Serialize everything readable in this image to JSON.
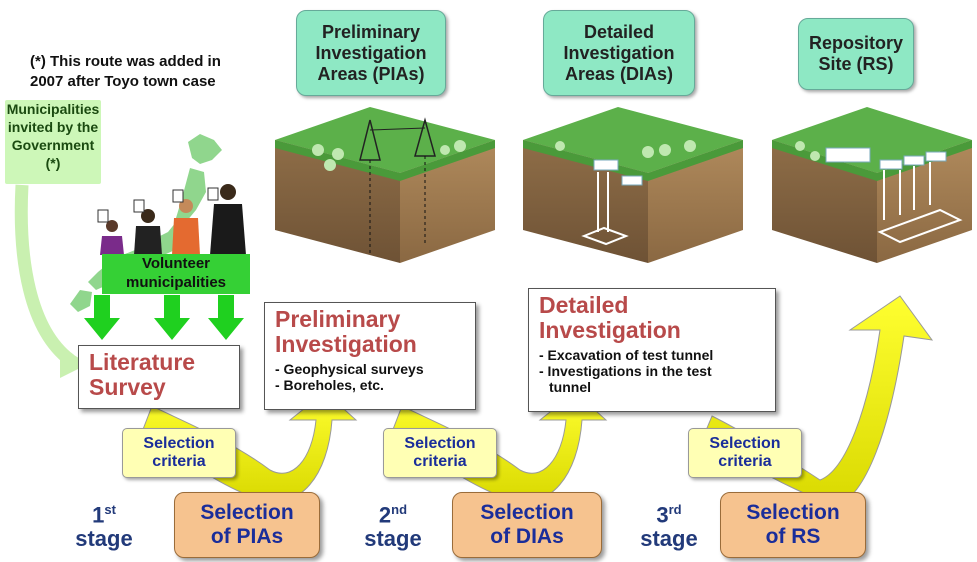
{
  "note": {
    "line1": "(*) This route was added in",
    "line2": "2007 after Toyo town case"
  },
  "invited": {
    "line1": "Municipalities",
    "line2": "invited by the",
    "line3": "Government",
    "line4": "(*)"
  },
  "volunteer": {
    "line1": "Volunteer",
    "line2": "municipalities"
  },
  "areas": {
    "pia": {
      "line1": "Preliminary",
      "line2": "Investigation",
      "line3": "Areas (PIAs)"
    },
    "dia": {
      "line1": "Detailed",
      "line2": "Investigation",
      "line3": "Areas (DIAs)"
    },
    "rs": {
      "line1": "Repository",
      "line2": "Site (RS)"
    }
  },
  "literature": {
    "line1": "Literature",
    "line2": "Survey"
  },
  "preliminary": {
    "line1": "Preliminary",
    "line2": "Investigation",
    "b1": "- Geophysical surveys",
    "b2": "- Boreholes, etc."
  },
  "detailed": {
    "line1": "Detailed",
    "line2": "Investigation",
    "b1": "- Excavation of test tunnel",
    "b2": "- Investigations in the test",
    "b2b": "  tunnel"
  },
  "criteria": {
    "line1": "Selection",
    "line2": "criteria"
  },
  "selections": {
    "pia": {
      "line1": "Selection",
      "line2": "of PIAs"
    },
    "dia": {
      "line1": "Selection",
      "line2": "of DIAs"
    },
    "rs": {
      "line1": "Selection",
      "line2": "of RS"
    }
  },
  "stages": {
    "s1": {
      "num": "1",
      "sup": "st",
      "word": "stage"
    },
    "s2": {
      "num": "2",
      "sup": "nd",
      "word": "stage"
    },
    "s3": {
      "num": "3",
      "sup": "rd",
      "word": "stage"
    }
  }
}
